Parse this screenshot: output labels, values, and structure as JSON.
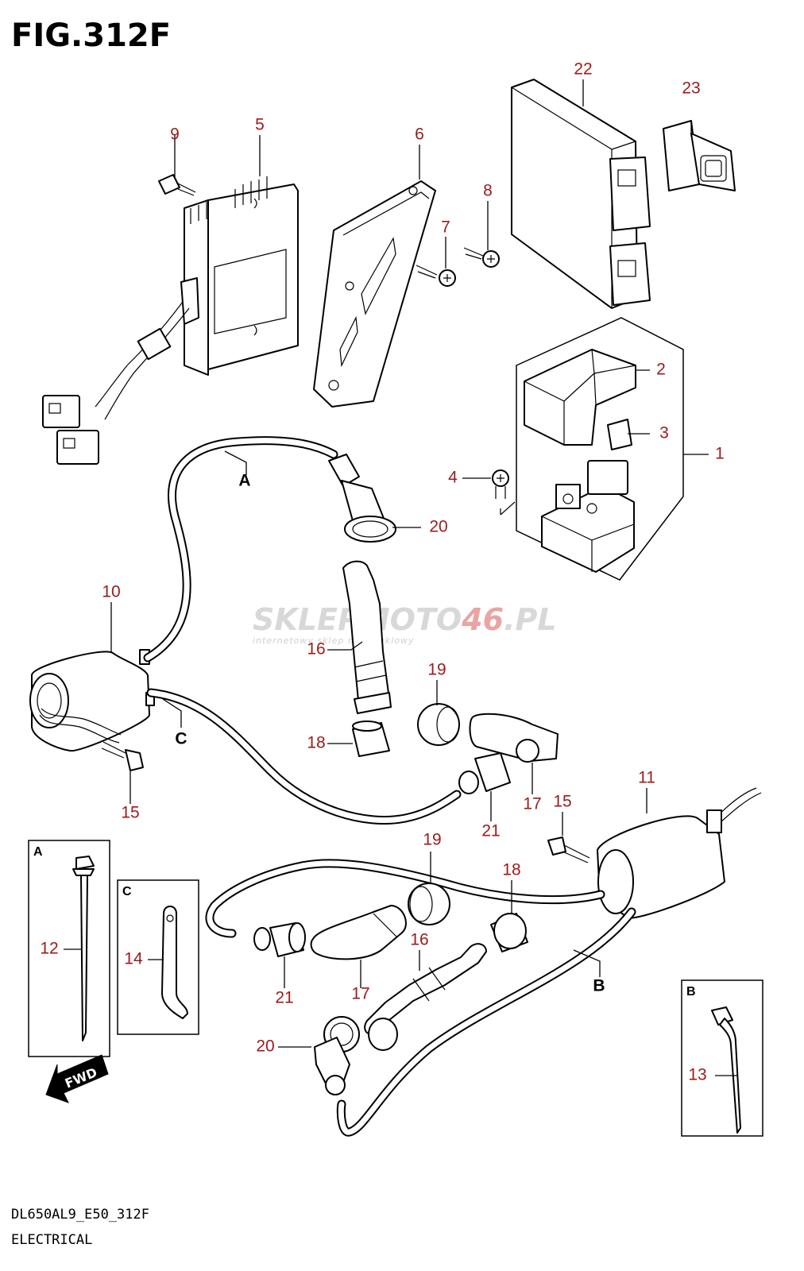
{
  "figure": {
    "title": "FIG.312F",
    "code": "DL650AL9_E50_312F",
    "caption": "ELECTRICAL"
  },
  "watermark": {
    "brand_a": "SKLEP",
    "brand_b": "MOTO",
    "brand_c": "46",
    "brand_d": ".PL",
    "subtitle": "internetowy sklep motocyklowy"
  },
  "callouts": [
    {
      "id": "c1",
      "label": "1"
    },
    {
      "id": "c2",
      "label": "2"
    },
    {
      "id": "c3",
      "label": "3"
    },
    {
      "id": "c4",
      "label": "4"
    },
    {
      "id": "c5",
      "label": "5"
    },
    {
      "id": "c6",
      "label": "6"
    },
    {
      "id": "c7",
      "label": "7"
    },
    {
      "id": "c8",
      "label": "8"
    },
    {
      "id": "c9",
      "label": "9"
    },
    {
      "id": "c10",
      "label": "10"
    },
    {
      "id": "c11",
      "label": "11"
    },
    {
      "id": "c12",
      "label": "12"
    },
    {
      "id": "c13",
      "label": "13"
    },
    {
      "id": "c14",
      "label": "14"
    },
    {
      "id": "c15a",
      "label": "15"
    },
    {
      "id": "c15b",
      "label": "15"
    },
    {
      "id": "c16a",
      "label": "16"
    },
    {
      "id": "c16b",
      "label": "16"
    },
    {
      "id": "c17a",
      "label": "17"
    },
    {
      "id": "c17b",
      "label": "17"
    },
    {
      "id": "c18a",
      "label": "18"
    },
    {
      "id": "c18b",
      "label": "18"
    },
    {
      "id": "c19a",
      "label": "19"
    },
    {
      "id": "c19b",
      "label": "19"
    },
    {
      "id": "c20a",
      "label": "20"
    },
    {
      "id": "c20b",
      "label": "20"
    },
    {
      "id": "c21a",
      "label": "21"
    },
    {
      "id": "c21b",
      "label": "21"
    },
    {
      "id": "c22",
      "label": "22"
    },
    {
      "id": "c23",
      "label": "23"
    }
  ],
  "references": {
    "a": "A",
    "b": "B",
    "c": "C"
  },
  "insets": {
    "a": "A",
    "b": "B",
    "c": "C"
  },
  "fwd_label": "FWD"
}
